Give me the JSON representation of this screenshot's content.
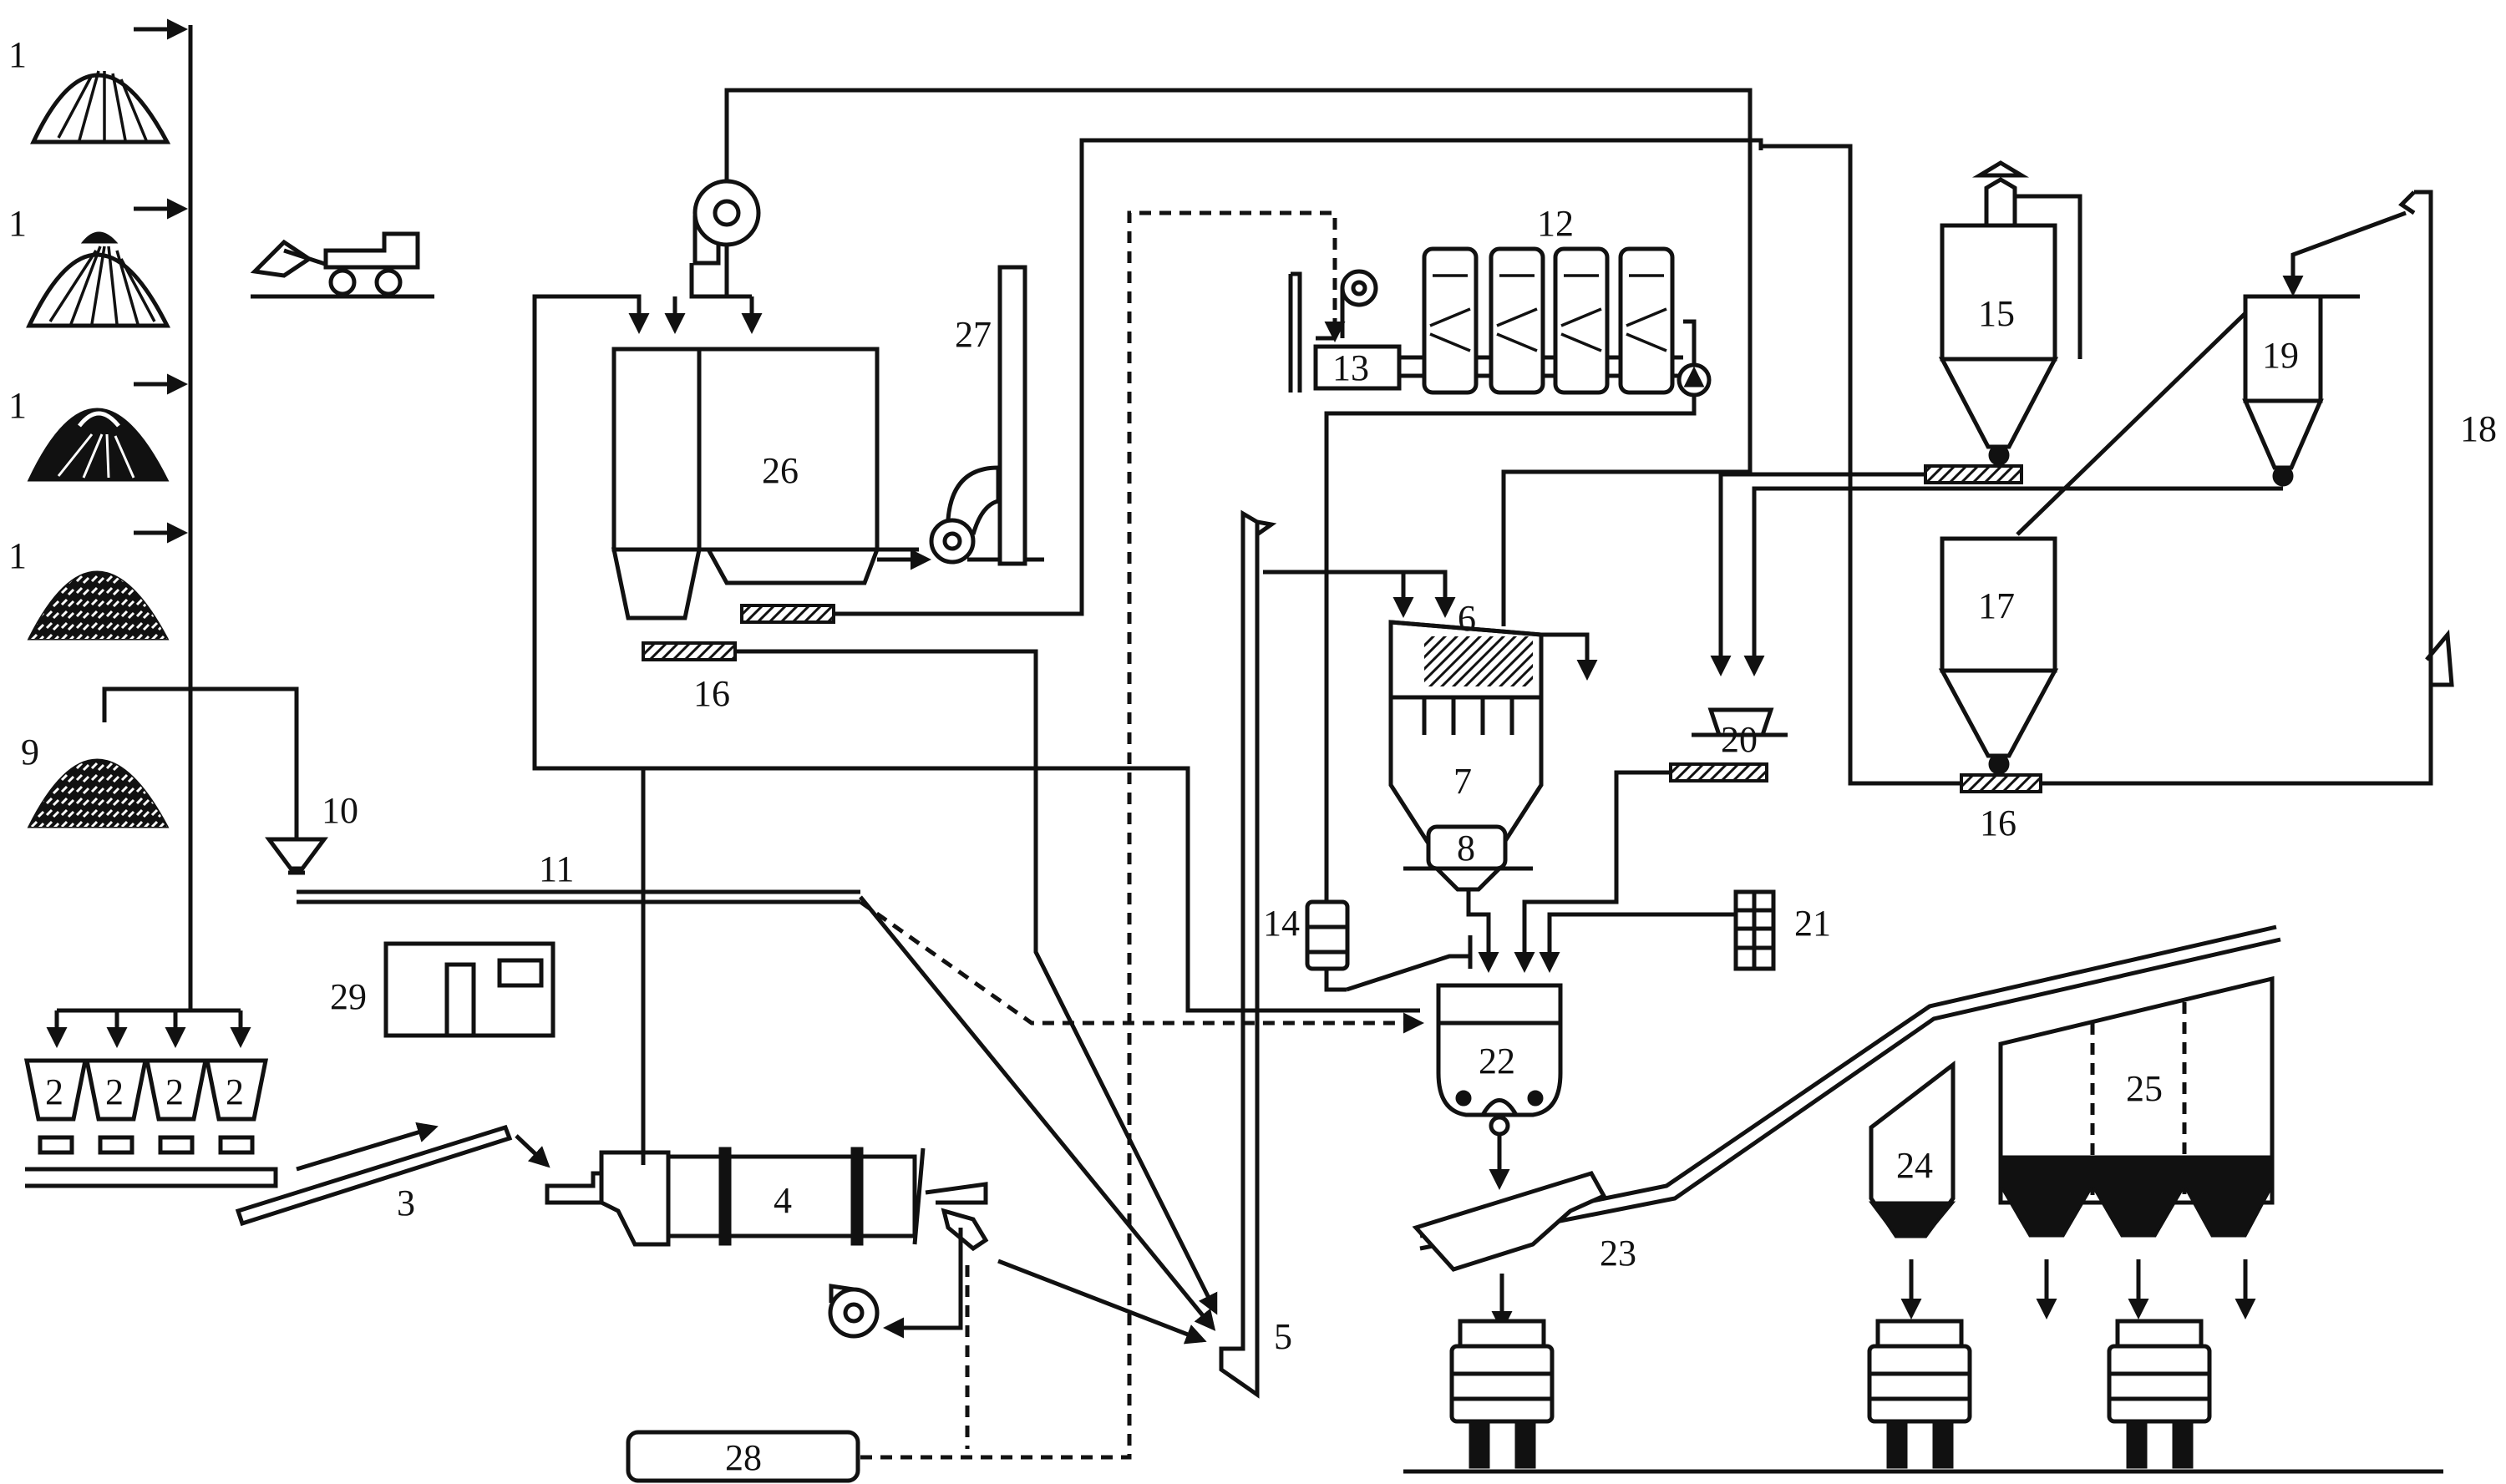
{
  "diagram": {
    "labels": {
      "l1a": "1",
      "l1b": "1",
      "l1c": "1",
      "l1d": "1",
      "l2a": "2",
      "l2b": "2",
      "l2c": "2",
      "l2d": "2",
      "l3": "3",
      "l4": "4",
      "l5": "5",
      "l6": "6",
      "l7": "7",
      "l8": "8",
      "l9": "9",
      "l10": "10",
      "l11": "11",
      "l12": "12",
      "l13": "13",
      "l14": "14",
      "l15": "15",
      "l16a": "16",
      "l16b": "16",
      "l17": "17",
      "l18": "18",
      "l19": "19",
      "l20": "20",
      "l21": "21",
      "l22": "22",
      "l23": "23",
      "l24": "24",
      "l25": "25",
      "l26": "26",
      "l27": "27",
      "l28": "28",
      "l29": "29"
    },
    "icons": [
      "stockpile-icon",
      "loader-truck-icon",
      "hopper-icon",
      "fan-icon",
      "pump-icon",
      "truck-icon"
    ],
    "colors": {
      "ink": "#111111",
      "background": "#ffffff"
    }
  }
}
